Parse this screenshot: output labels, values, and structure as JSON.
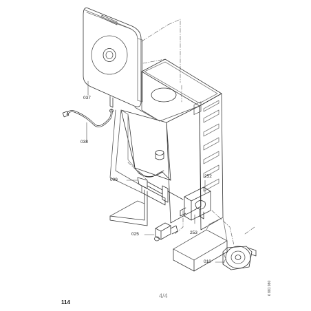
{
  "parts": [
    {
      "id": "037",
      "name": "part-037"
    },
    {
      "id": "038",
      "name": "part-038"
    },
    {
      "id": "009",
      "name": "part-009"
    },
    {
      "id": "252",
      "name": "part-252"
    },
    {
      "id": "253",
      "name": "part-253"
    },
    {
      "id": "025",
      "name": "part-025"
    },
    {
      "id": "010",
      "name": "part-010"
    }
  ],
  "page_indicator": "4/4",
  "page_number": "114",
  "drawing_reference": "6 881 980"
}
